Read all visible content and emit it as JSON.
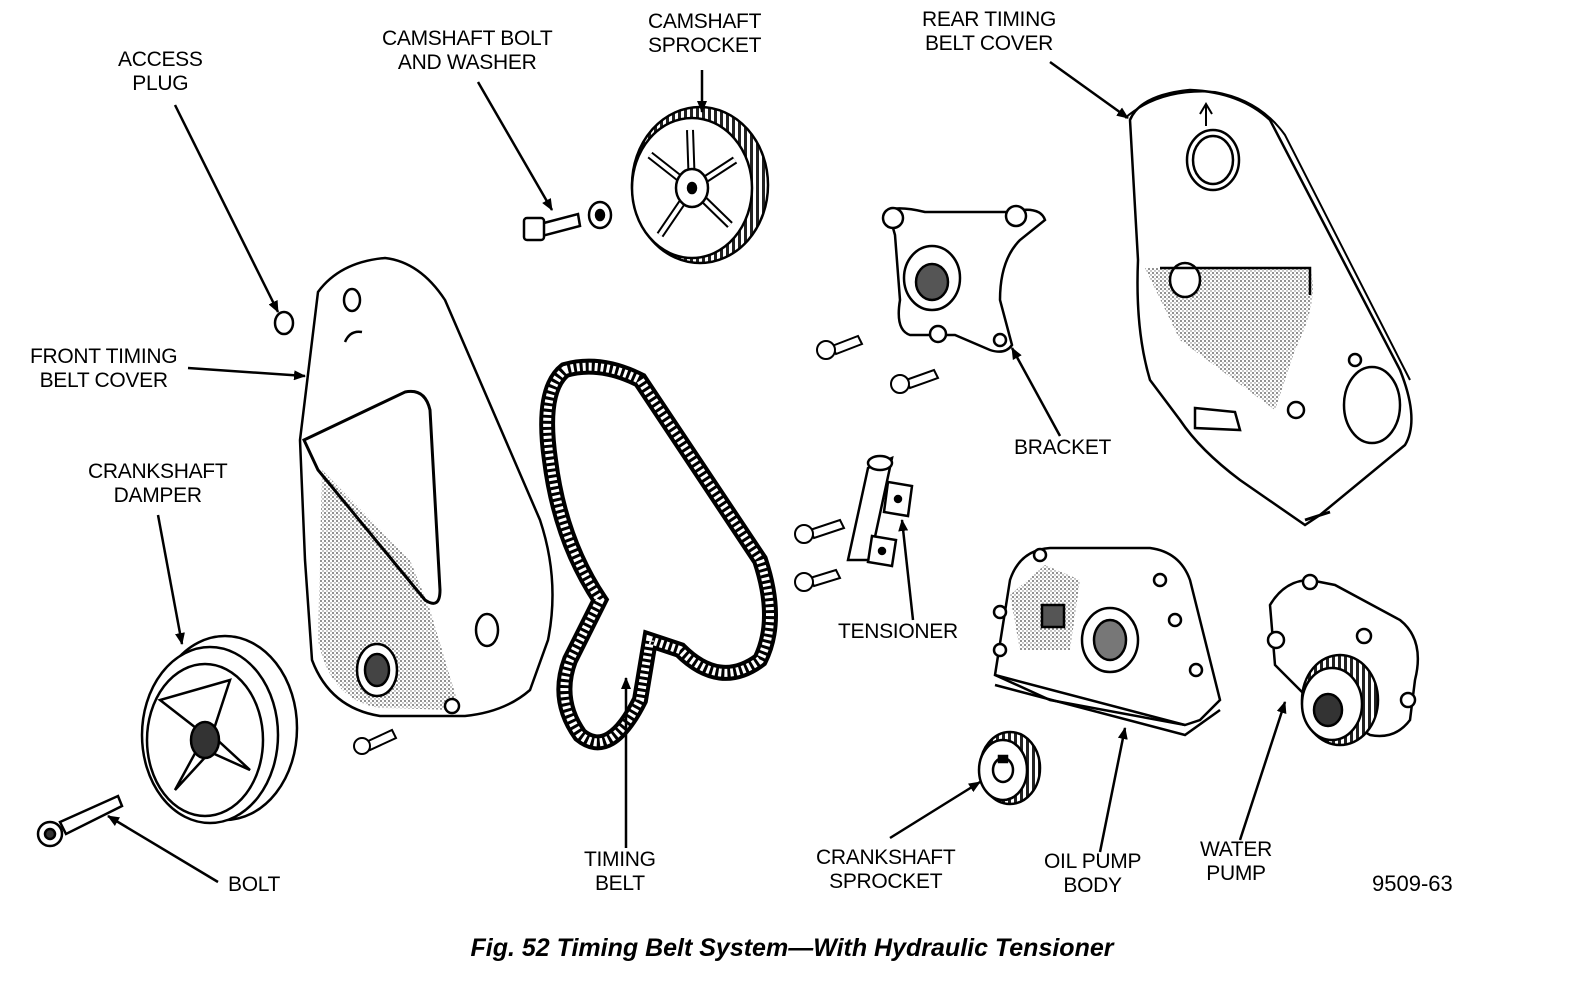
{
  "labels": {
    "access_plug": [
      "ACCESS",
      "PLUG"
    ],
    "camshaft_bolt": [
      "CAMSHAFT BOLT",
      "AND WASHER"
    ],
    "camshaft_sprocket": [
      "CAMSHAFT",
      "SPROCKET"
    ],
    "rear_cover": [
      "REAR TIMING",
      "BELT COVER"
    ],
    "front_cover": [
      "FRONT TIMING",
      "BELT COVER"
    ],
    "crankshaft_damper": [
      "CRANKSHAFT",
      "DAMPER"
    ],
    "bracket": [
      "BRACKET"
    ],
    "tensioner": [
      "TENSIONER"
    ],
    "bolt": [
      "BOLT"
    ],
    "timing_belt": [
      "TIMING",
      "BELT"
    ],
    "crankshaft_sprocket": [
      "CRANKSHAFT",
      "SPROCKET"
    ],
    "oil_pump": [
      "OIL PUMP",
      "BODY"
    ],
    "water_pump": [
      "WATER",
      "PUMP"
    ]
  },
  "figure_number": "9509-63",
  "caption": "Fig. 52 Timing Belt System—With Hydraulic Tensioner"
}
